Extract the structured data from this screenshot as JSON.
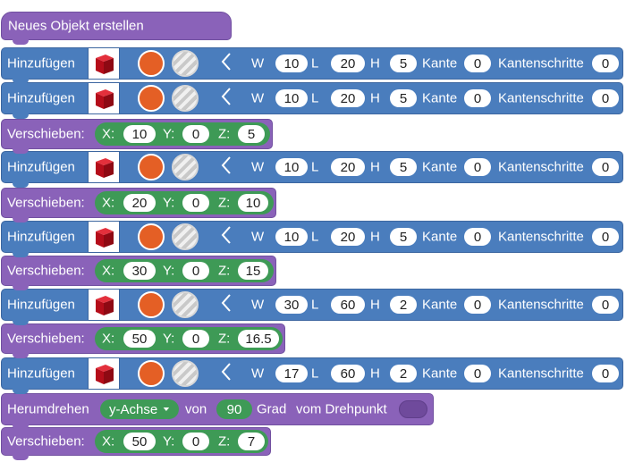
{
  "program": {
    "create_label": "Neues Objekt erstellen",
    "add_blocks": [
      {
        "label": "Hinzufügen",
        "w_label": "W",
        "w": "10",
        "l_label": "L",
        "l": "20",
        "h_label": "H",
        "h": "5",
        "kante_label": "Kante",
        "kante": "0",
        "schritte_label": "Kantenschritte",
        "schritte": "0"
      },
      {
        "label": "Hinzufügen",
        "w_label": "W",
        "w": "10",
        "l_label": "L",
        "l": "20",
        "h_label": "H",
        "h": "5",
        "kante_label": "Kante",
        "kante": "0",
        "schritte_label": "Kantenschritte",
        "schritte": "0"
      },
      {
        "label": "Hinzufügen",
        "w_label": "W",
        "w": "10",
        "l_label": "L",
        "l": "20",
        "h_label": "H",
        "h": "5",
        "kante_label": "Kante",
        "kante": "0",
        "schritte_label": "Kantenschritte",
        "schritte": "0"
      },
      {
        "label": "Hinzufügen",
        "w_label": "W",
        "w": "10",
        "l_label": "L",
        "l": "20",
        "h_label": "H",
        "h": "5",
        "kante_label": "Kante",
        "kante": "0",
        "schritte_label": "Kantenschritte",
        "schritte": "0"
      },
      {
        "label": "Hinzufügen",
        "w_label": "W",
        "w": "30",
        "l_label": "L",
        "l": "60",
        "h_label": "H",
        "h": "2",
        "kante_label": "Kante",
        "kante": "0",
        "schritte_label": "Kantenschritte",
        "schritte": "0"
      },
      {
        "label": "Hinzufügen",
        "w_label": "W",
        "w": "17",
        "l_label": "L",
        "l": "60",
        "h_label": "H",
        "h": "2",
        "kante_label": "Kante",
        "kante": "0",
        "schritte_label": "Kantenschritte",
        "schritte": "0"
      }
    ],
    "move_blocks": [
      {
        "label": "Verschieben:",
        "x_label": "X:",
        "x": "10",
        "y_label": "Y:",
        "y": "0",
        "z_label": "Z:",
        "z": "5"
      },
      {
        "label": "Verschieben:",
        "x_label": "X:",
        "x": "20",
        "y_label": "Y:",
        "y": "0",
        "z_label": "Z:",
        "z": "10"
      },
      {
        "label": "Verschieben:",
        "x_label": "X:",
        "x": "30",
        "y_label": "Y:",
        "y": "0",
        "z_label": "Z:",
        "z": "15"
      },
      {
        "label": "Verschieben:",
        "x_label": "X:",
        "x": "50",
        "y_label": "Y:",
        "y": "0",
        "z_label": "Z:",
        "z": "16.5"
      },
      {
        "label": "Verschieben:",
        "x_label": "X:",
        "x": "50",
        "y_label": "Y:",
        "y": "0",
        "z_label": "Z:",
        "z": "7"
      }
    ],
    "rotate": {
      "label": "Herumdrehen",
      "axis": "y-Achse",
      "from_label": "von",
      "degrees": "90",
      "grad_label": "Grad",
      "pivot_label": "vom Drehpunkt"
    }
  },
  "colors": {
    "block_blue": "#4a7dbd",
    "block_purple": "#8a62b9",
    "input_green": "#3e9a56",
    "sphere_orange": "#e45f25",
    "cube_red": "#c8101e"
  },
  "icons": {
    "cube": "cube-icon",
    "color": "color-circle-icon",
    "texture": "texture-circle-icon",
    "collapse": "chevron-left-icon",
    "dropdown": "dropdown-arrow-icon"
  }
}
